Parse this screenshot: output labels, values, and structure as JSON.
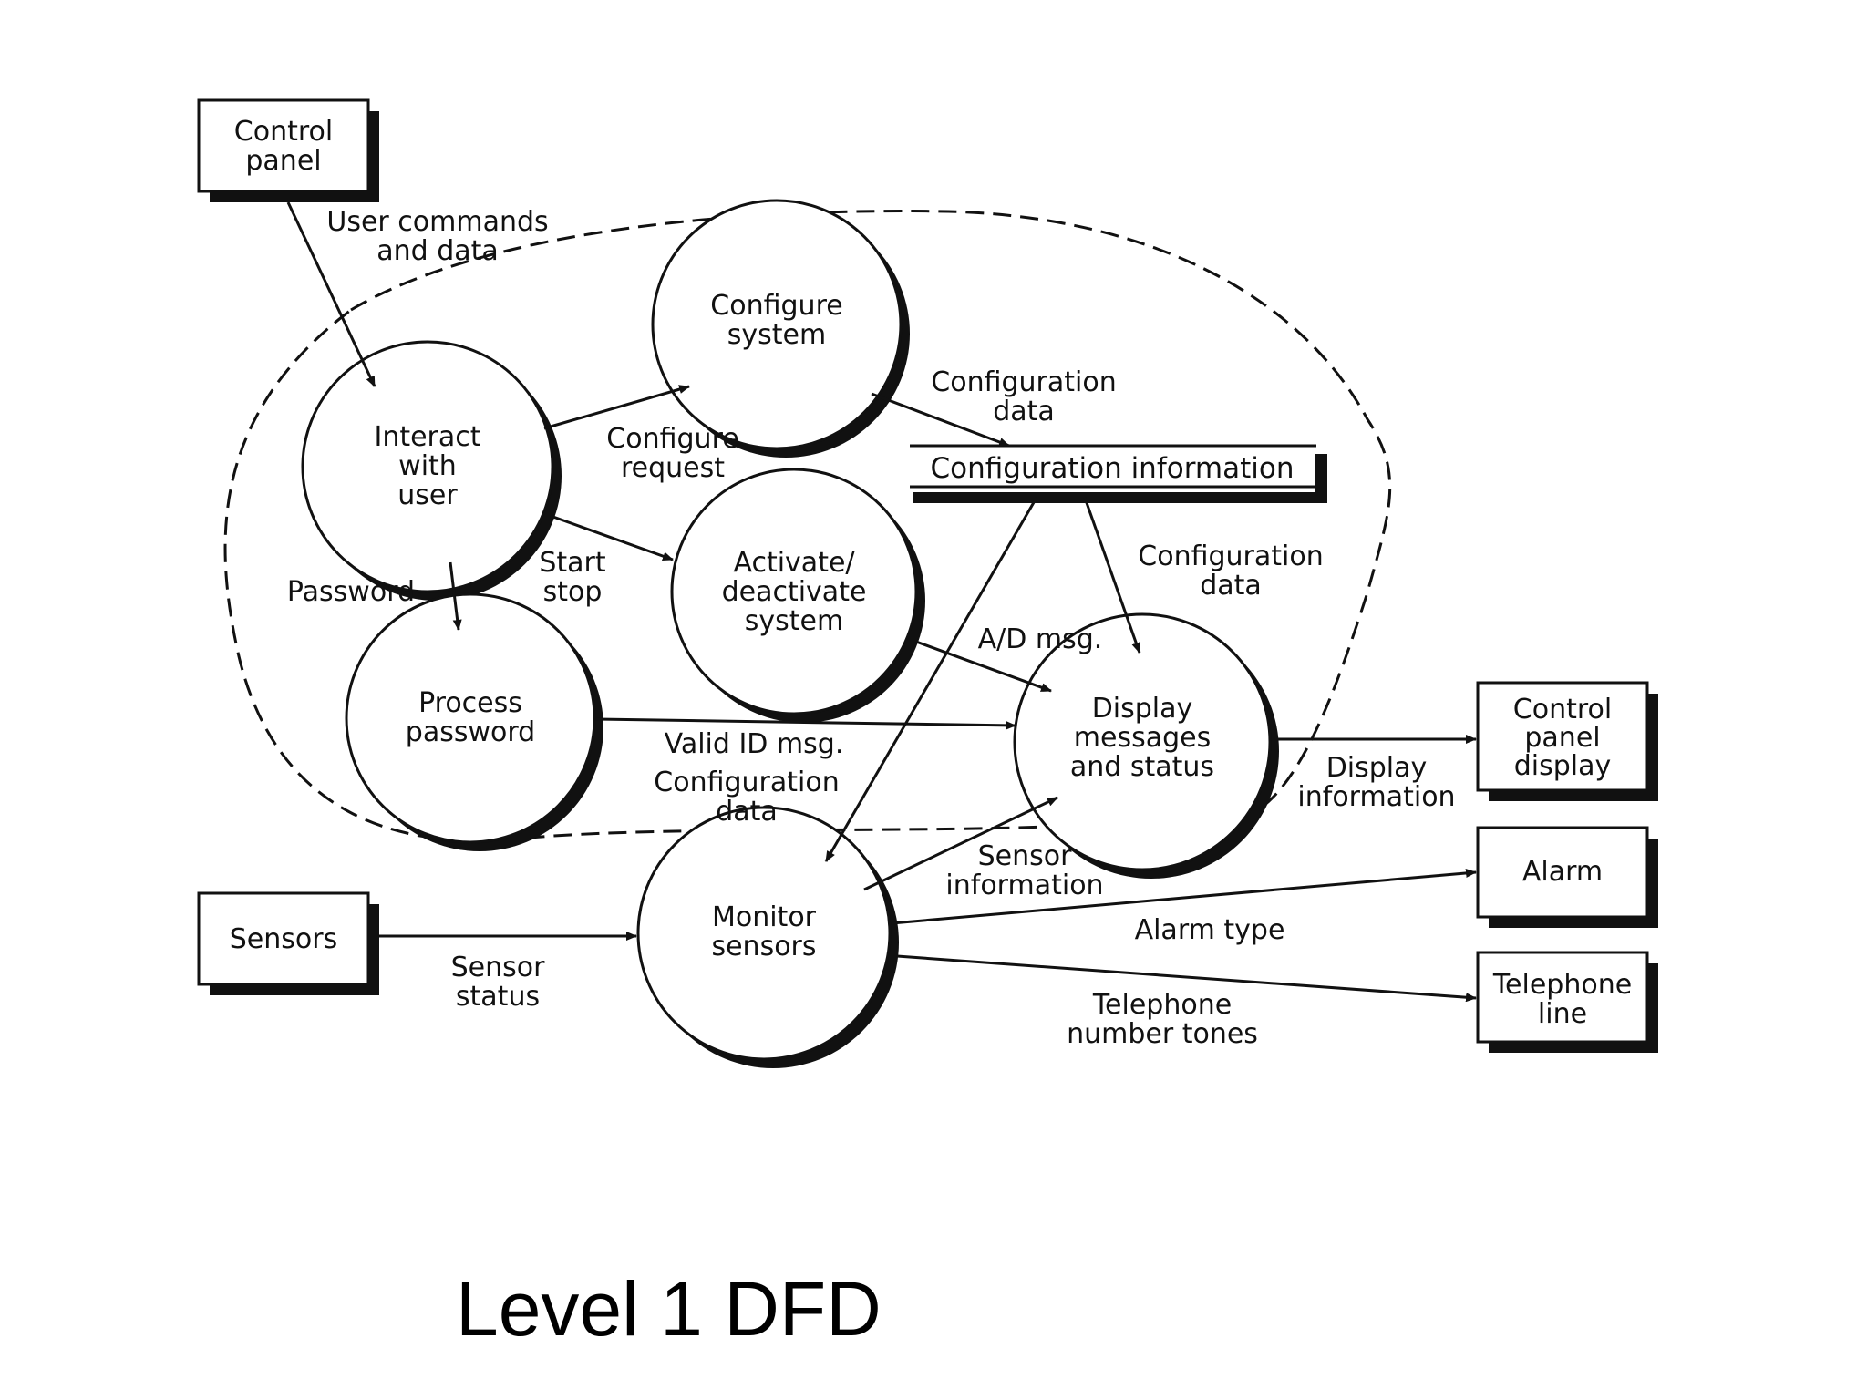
{
  "caption": "Level 1 DFD",
  "external_entities": {
    "control_panel": [
      "Control",
      "panel"
    ],
    "sensors": [
      "Sensors"
    ],
    "control_panel_display": [
      "Control",
      "panel",
      "display"
    ],
    "alarm": [
      "Alarm"
    ],
    "telephone_line": [
      "Telephone",
      "line"
    ]
  },
  "processes": {
    "configure_system": [
      "Configure",
      "system"
    ],
    "interact_with_user": [
      "Interact",
      "with",
      "user"
    ],
    "activate_deactivate_system": [
      "Activate/",
      "deactivate",
      "system"
    ],
    "process_password": [
      "Process",
      "password"
    ],
    "display_messages_and_status": [
      "Display",
      "messages",
      "and status"
    ],
    "monitor_sensors": [
      "Monitor",
      "sensors"
    ]
  },
  "data_store": {
    "configuration_information": "Configuration information"
  },
  "flows": {
    "user_commands_and_data": [
      "User commands",
      "and data"
    ],
    "configure_request": [
      "Configure",
      "request"
    ],
    "configuration_data_to_store": [
      "Configuration",
      "data"
    ],
    "configuration_data_to_display": [
      "Configuration",
      "data"
    ],
    "start_stop": [
      "Start",
      "stop"
    ],
    "password": [
      "Password"
    ],
    "ad_msg": [
      "A/D msg."
    ],
    "valid_id_msg": [
      "Valid ID msg."
    ],
    "configuration_data_to_monitor": [
      "Configuration",
      "data"
    ],
    "display_information": [
      "Display",
      "information"
    ],
    "sensor_information": [
      "Sensor",
      "information"
    ],
    "sensor_status": [
      "Sensor",
      "status"
    ],
    "alarm_type": [
      "Alarm type"
    ],
    "telephone_number_tones": [
      "Telephone",
      "number tones"
    ]
  }
}
